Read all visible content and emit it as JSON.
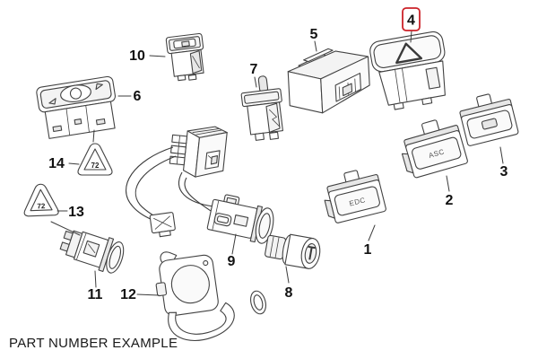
{
  "diagram": {
    "caption": "PART NUMBER EXAMPLE",
    "highlight_color": "#cc2229",
    "callouts": {
      "c1": {
        "num": "1"
      },
      "c2": {
        "num": "2"
      },
      "c3": {
        "num": "3"
      },
      "c4": {
        "num": "4",
        "highlighted": true
      },
      "c5": {
        "num": "5"
      },
      "c6": {
        "num": "6"
      },
      "c7": {
        "num": "7"
      },
      "c8": {
        "num": "8"
      },
      "c9": {
        "num": "9"
      },
      "c10": {
        "num": "10"
      },
      "c11": {
        "num": "11"
      },
      "c12": {
        "num": "12"
      },
      "c13": {
        "num": "13"
      },
      "c14": {
        "num": "14"
      }
    },
    "part_markings": {
      "asc": "ASC",
      "edc": "EDC",
      "triangle_13": "72",
      "triangle_14": "72"
    }
  }
}
